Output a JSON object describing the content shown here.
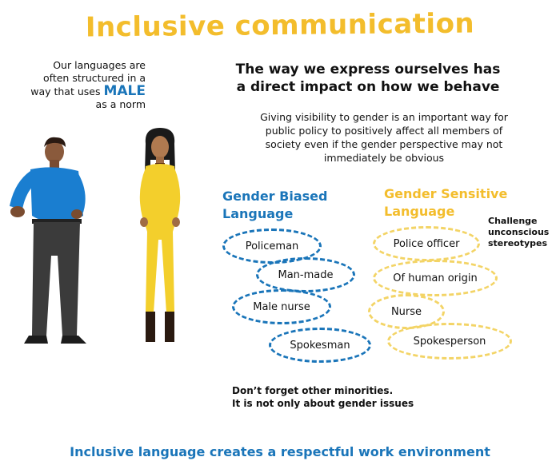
{
  "title": "Inclusive communication",
  "intro": {
    "line1": "Our languages are",
    "line2": "often structured in a",
    "line3_prefix": "way that uses",
    "male": "MALE",
    "line4": "as a norm"
  },
  "headline": {
    "line1": "The way we express ourselves has",
    "line2": "a direct impact on how we behave"
  },
  "paragraph": {
    "line1": "Giving visibility to gender is an important way for",
    "line2": "public policy to positively affect all members of",
    "line3": "society even if the gender perspective may not",
    "line4": "immediately be obvious"
  },
  "biased": {
    "heading_line1": "Gender Biased",
    "heading_line2": "Language",
    "terms": [
      "Policeman",
      "Man-made",
      "Male nurse",
      "Spokesman"
    ]
  },
  "sensitive": {
    "heading_line1": "Gender Sensitive",
    "heading_line2": "Language",
    "terms": [
      "Police officer",
      "Of human origin",
      "Nurse",
      "Spokesperson"
    ]
  },
  "challenge": {
    "line1": "Challenge",
    "line2": "unconscious",
    "line3": "stereotypes"
  },
  "minorities": {
    "line1": "Don’t forget other minorities.",
    "line2": "It is not only about gender issues"
  },
  "footer": "Inclusive language creates a respectful work environment",
  "colors": {
    "accent_blue": "#1a75b9",
    "accent_yellow": "#f3bd2c",
    "dashed_yellow": "#f3d466"
  }
}
